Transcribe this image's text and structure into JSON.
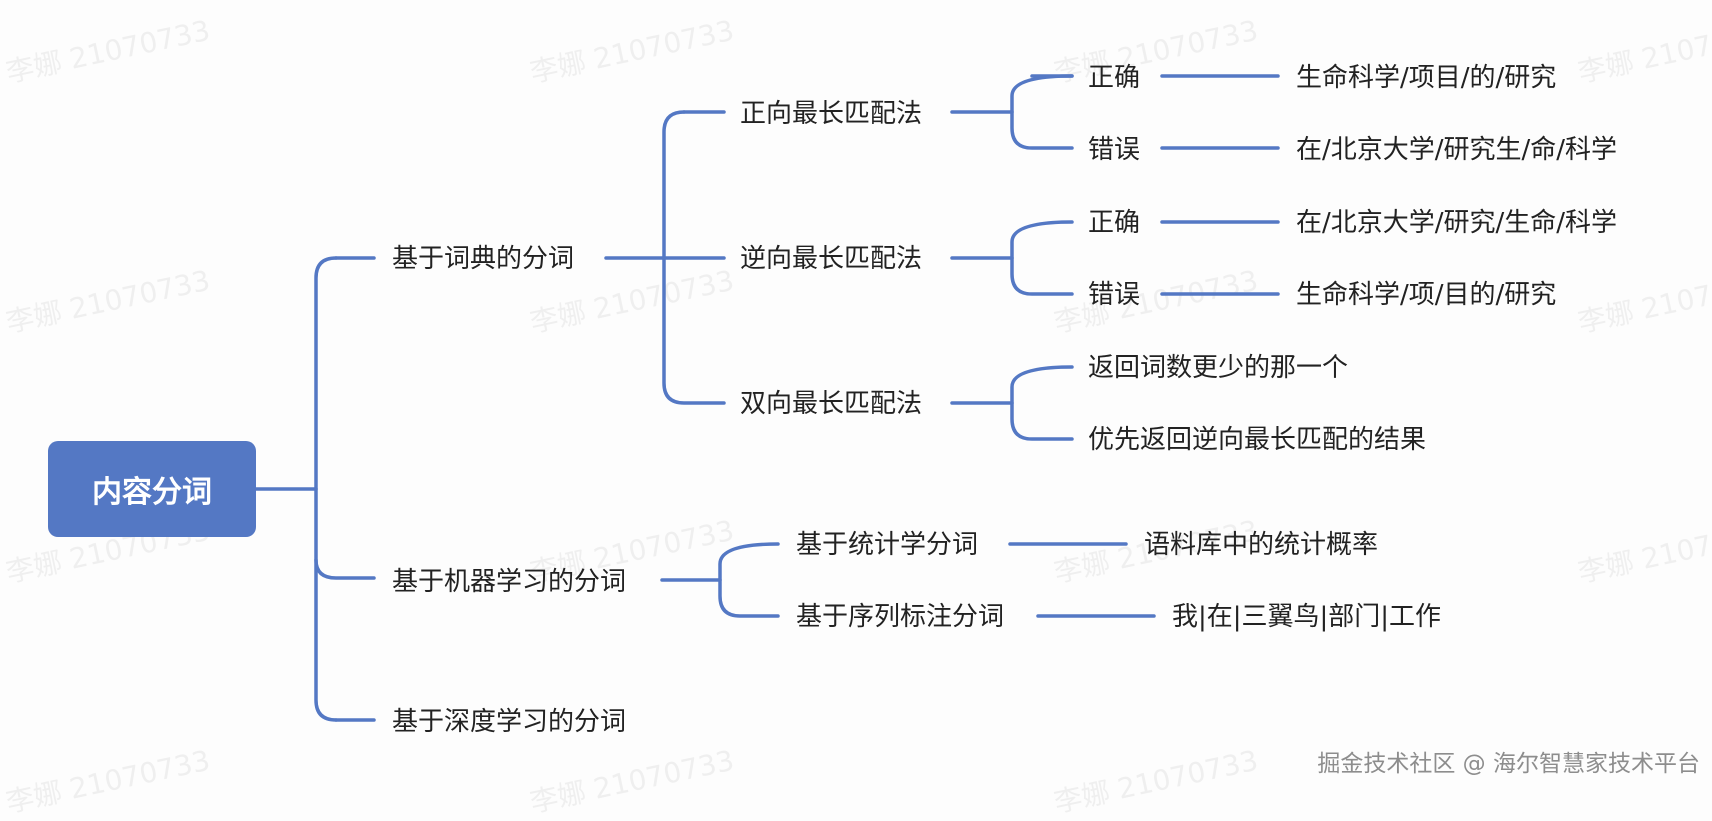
{
  "watermark": "李娜 21070733",
  "root": {
    "label": "内容分词"
  },
  "level1": [
    {
      "id": "dict",
      "label": "基于词典的分词"
    },
    {
      "id": "ml",
      "label": "基于机器学习的分词"
    },
    {
      "id": "dl",
      "label": "基于深度学习的分词"
    }
  ],
  "dict_methods": [
    {
      "label": "正向最长匹配法",
      "children": [
        {
          "label": "正确",
          "example": "生命科学/项目/的/研究"
        },
        {
          "label": "错误",
          "example": "在/北京大学/研究生/命/科学"
        }
      ]
    },
    {
      "label": "逆向最长匹配法",
      "children": [
        {
          "label": "正确",
          "example": "在/北京大学/研究/生命/科学"
        },
        {
          "label": "错误",
          "example": "生命科学/项/目的/研究"
        }
      ]
    },
    {
      "label": "双向最长匹配法",
      "children": [
        {
          "label": "返回词数更少的那一个"
        },
        {
          "label": "优先返回逆向最长匹配的结果"
        }
      ]
    }
  ],
  "ml_methods": [
    {
      "label": "基于统计学分词",
      "example": "语料库中的统计概率"
    },
    {
      "label": "基于序列标注分词",
      "example": "我|在|三翼鸟|部门|工作"
    }
  ],
  "footer": "掘金技术社区 @ 海尔智慧家技术平台",
  "colors": {
    "line": "#5478c4",
    "root_bg": "#5478c4"
  }
}
